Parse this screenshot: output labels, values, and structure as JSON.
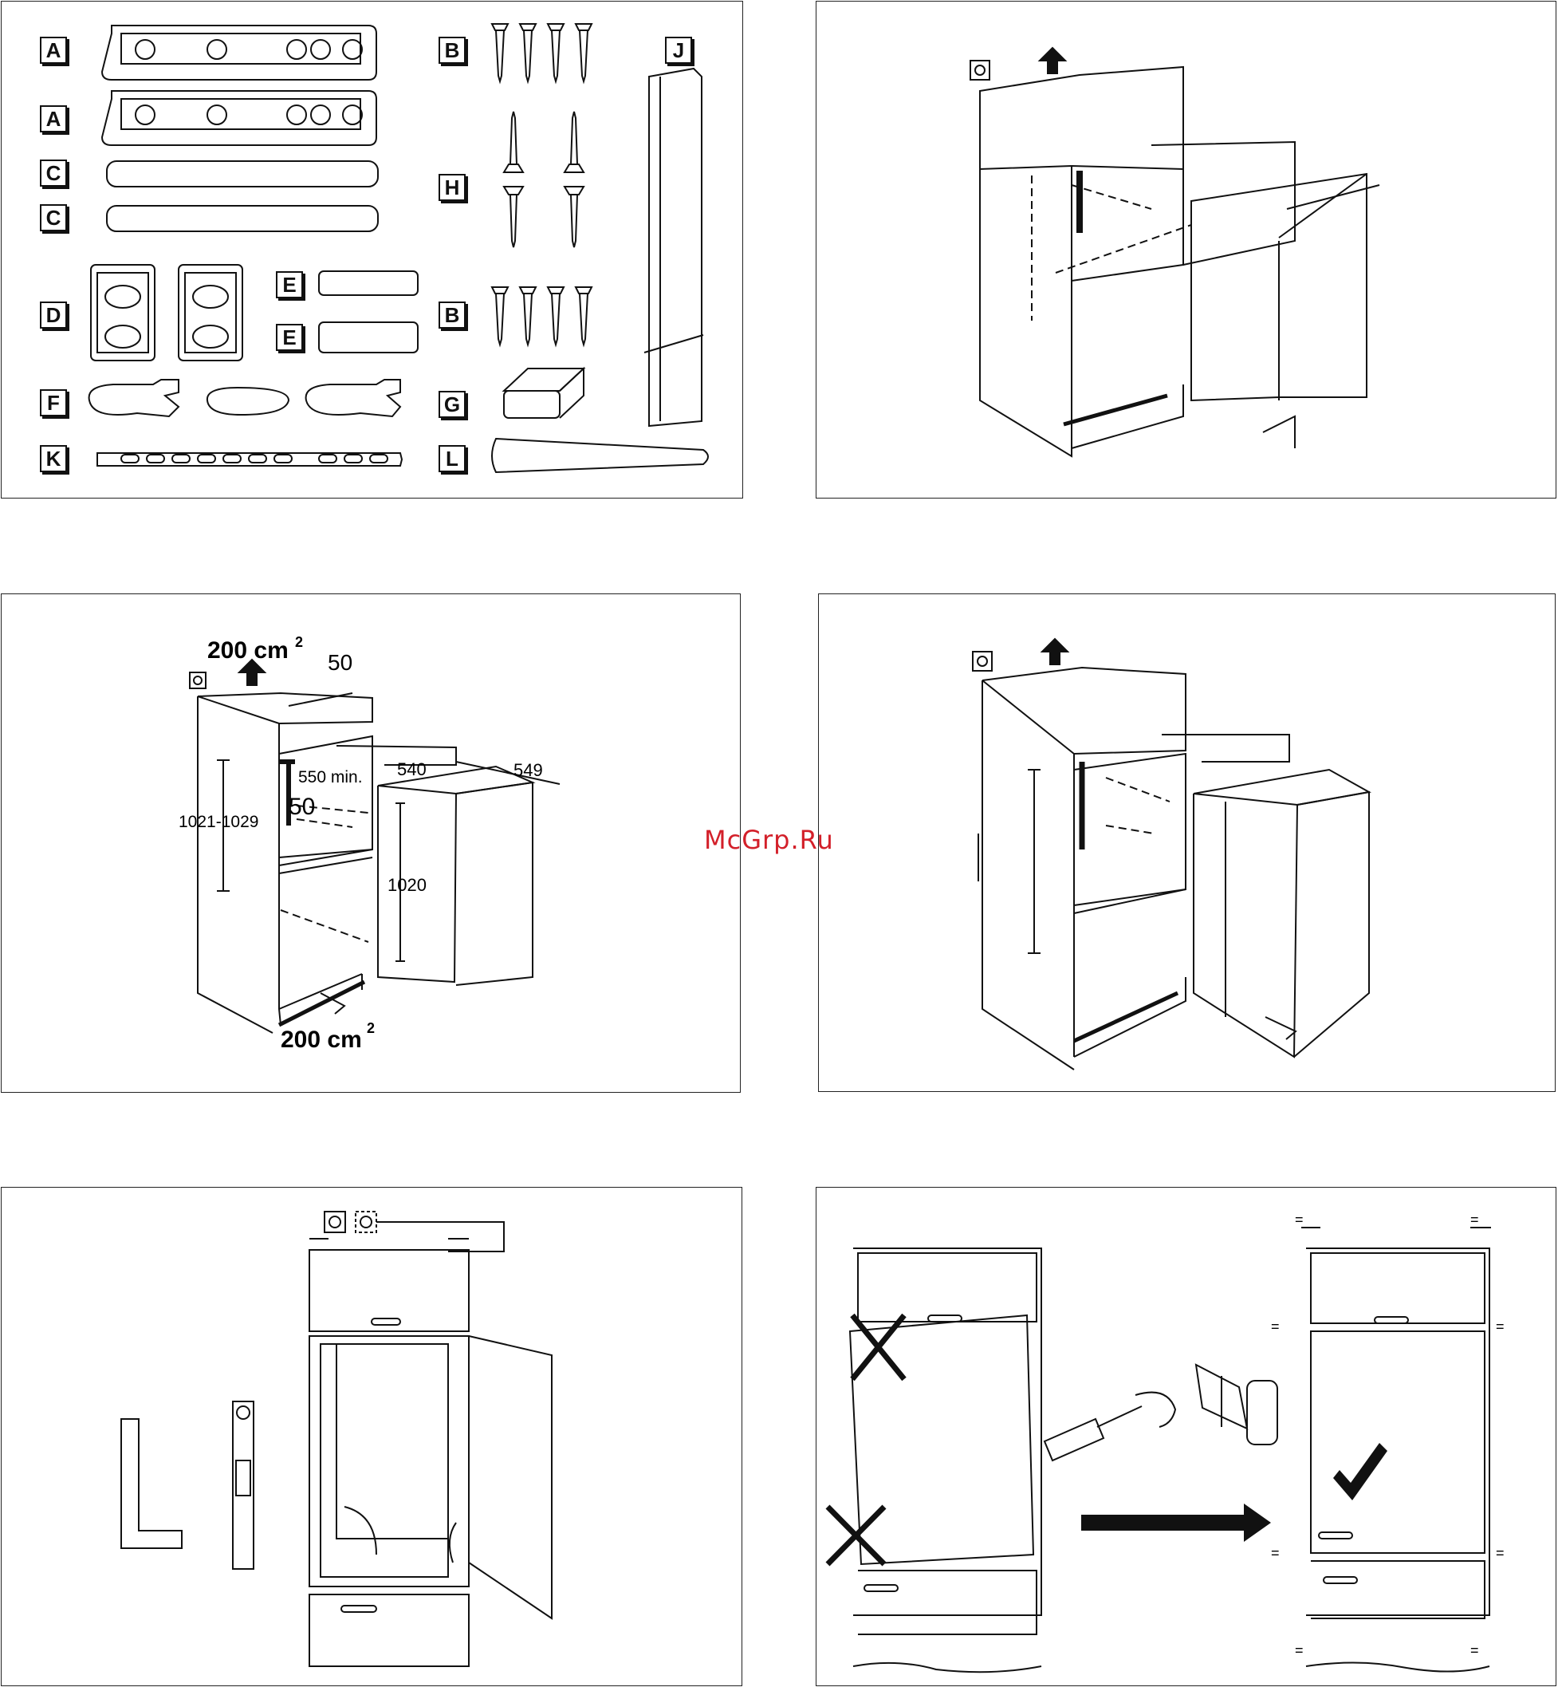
{
  "watermark": "McGrp.Ru",
  "parts_panel": {
    "labels": [
      "A",
      "A",
      "C",
      "C",
      "D",
      "E",
      "E",
      "F",
      "K",
      "B",
      "H",
      "B",
      "G",
      "L",
      "J"
    ]
  },
  "dimensions_panel": {
    "vent_top": "200 cm",
    "vent_bottom": "200 cm",
    "superscript": "2",
    "gap_top": "50",
    "niche_depth_min": "550 min.",
    "gap_side": "50",
    "niche_height": "1021-1029",
    "appliance_width": "540",
    "appliance_depth": "549",
    "appliance_height": "1020"
  },
  "alignment_panel": {
    "equal_marks": "="
  }
}
